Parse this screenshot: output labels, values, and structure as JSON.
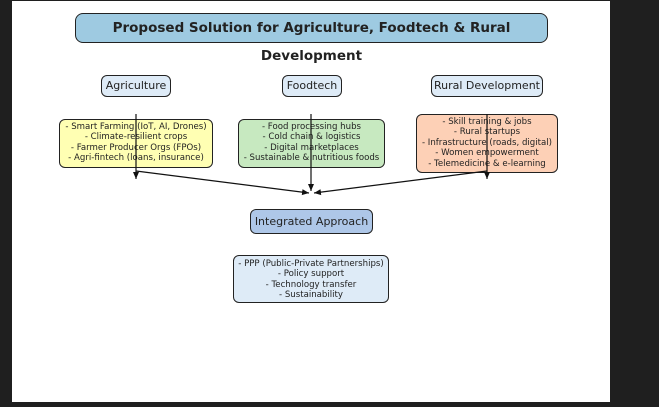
{
  "title": "Proposed Solution for Agriculture, Foodtech & Rural Development",
  "columns": [
    {
      "heading": "Agriculture",
      "items": [
        "- Smart Farming (IoT, AI, Drones)",
        "- Climate-resilient crops",
        "- Farmer Producer Orgs (FPOs)",
        "- Agri-fintech (loans, insurance)"
      ],
      "color": "#ffffb3"
    },
    {
      "heading": "Foodtech",
      "items": [
        "- Food processing hubs",
        "- Cold chain & logistics",
        "- Digital marketplaces",
        "- Sustainable & nutritious foods"
      ],
      "color": "#c7e9c0"
    },
    {
      "heading": "Rural Development",
      "items": [
        "- Skill training & jobs",
        "- Rural startups",
        "- Infrastructure (roads, digital)",
        "- Women empowerment",
        "- Telemedicine & e-learning"
      ],
      "color": "#fdd0b6"
    }
  ],
  "integrated": {
    "heading": "Integrated Approach",
    "items": [
      "- PPP (Public-Private Partnerships)",
      "- Policy support",
      "- Technology transfer",
      "- Sustainability"
    ],
    "color": "#deebf7"
  }
}
